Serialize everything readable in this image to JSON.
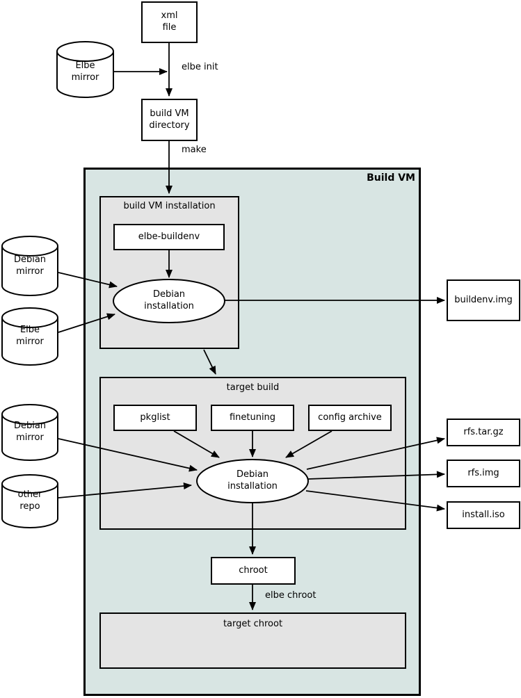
{
  "vm": {
    "label": "Build VM"
  },
  "nodes": {
    "xml_file": "xml\nfile",
    "elbe_mirror_top": "Elbe\nmirror",
    "build_vm_directory": "build VM\ndirectory",
    "build_vm_installation": "build VM installation",
    "elbe_buildenv": "elbe-buildenv",
    "debian_installation_vm": "Debian\ninstallation",
    "debian_mirror_vm": "Debian\nmirror",
    "elbe_mirror_vm": "Elbe\nmirror",
    "buildenv_img": "buildenv.img",
    "target_build": "target build",
    "pkglist": "pkglist",
    "finetuning": "finetuning",
    "config_archive": "config archive",
    "debian_installation_target": "Debian\ninstallation",
    "debian_mirror_target": "Debian\nmirror",
    "other_repo": "other\nrepo",
    "rfs_tar_gz": "rfs.tar.gz",
    "rfs_img": "rfs.img",
    "install_iso": "install.iso",
    "chroot": "chroot",
    "target_chroot": "target chroot"
  },
  "edge_labels": {
    "elbe_init": "elbe init",
    "make": "make",
    "elbe_chroot": "elbe chroot"
  },
  "colors": {
    "vm_background": "#d8e5e3",
    "group_background": "#e4e4e4",
    "node_background": "#ffffff",
    "stroke": "#000000"
  }
}
